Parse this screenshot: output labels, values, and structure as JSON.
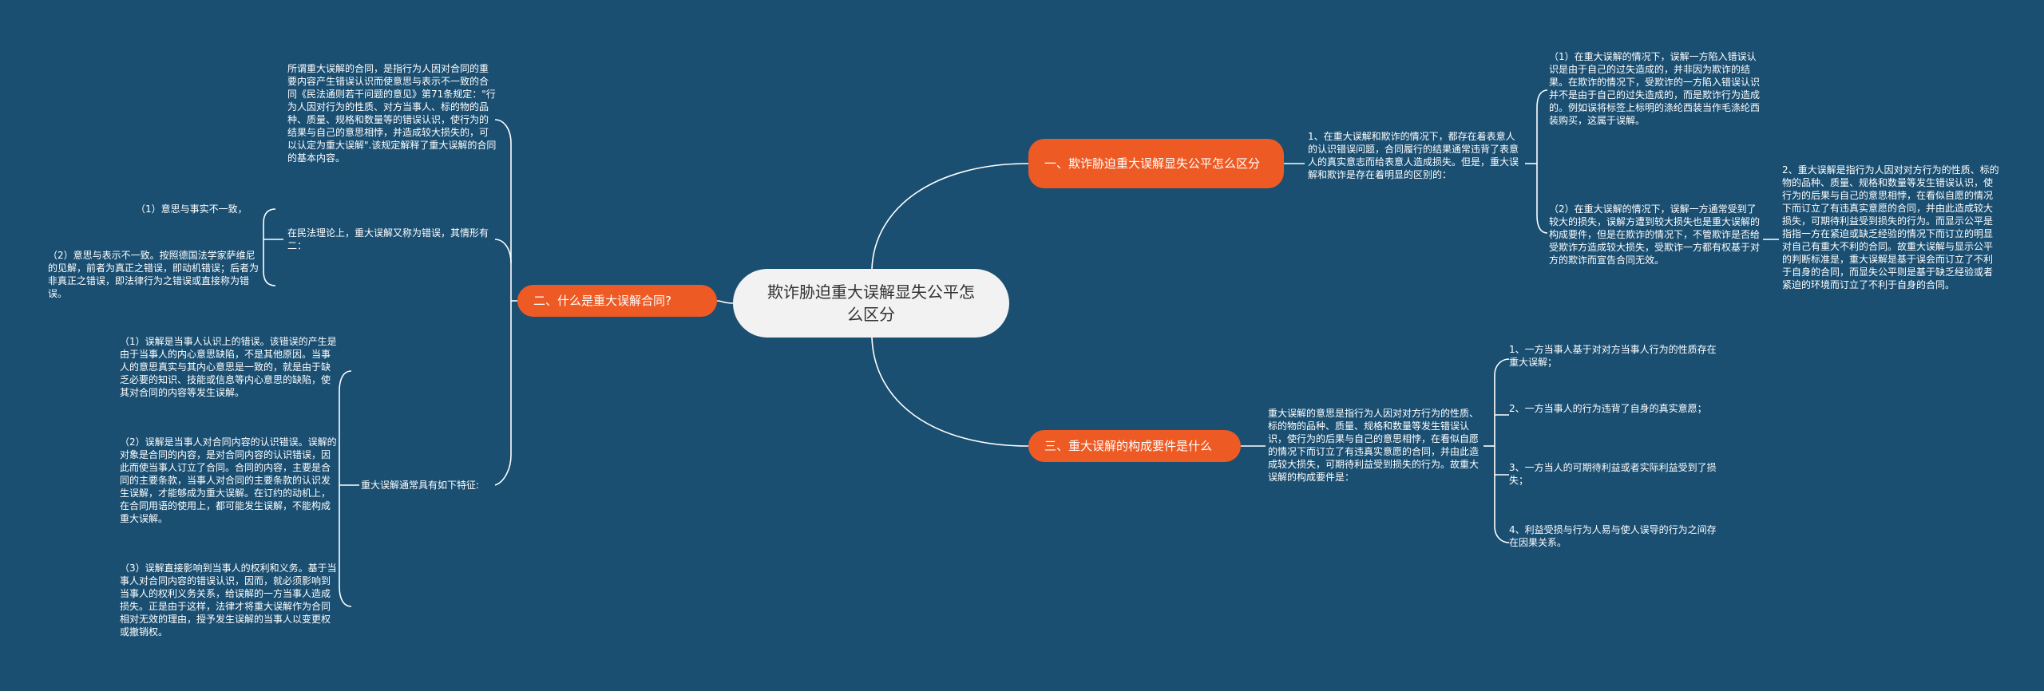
{
  "root": {
    "label": "欺诈胁迫重大误解显失公平怎么区分"
  },
  "branches": [
    {
      "label": "一、欺诈胁迫重大误解显失公平怎么区分"
    },
    {
      "label": "二、什么是重大误解合同?"
    },
    {
      "label": "三、重大误解的构成要件是什么"
    }
  ],
  "b1": {
    "summary": "1、在重大误解和欺诈的情况下，都存在着表意人的认识错误问题，合同履行的结果通常违背了表意人的真实意志而给表意人造成损失。但是，重大误解和欺诈是存在着明显的区别的：",
    "item1": "（1）在重大误解的情况下，误解一方陷入错误认识是由于自己的过失造成的，并非因为欺诈的结果。在欺诈的情况下，受欺诈的一方陷入错误认识并不是由于自己的过失造成的，而是欺诈行为造成的。例如误将标签上标明的涤纶西装当作毛涤纶西装购买，这属于误解。",
    "item2": "（2）在重大误解的情况下，误解一方通常受到了较大的损失，误解方遭到较大损失也是重大误解的构成要件，但是在欺诈的情况下，不管欺诈是否给受欺诈方造成较大损失，受欺诈一方都有权基于对方的欺诈而宣告合同无效。",
    "item3": "2、重大误解是指行为人因对对方行为的性质、标的物的品种、质量、规格和数量等发生错误认识，使行为的后果与自己的意思相悖，在看似自愿的情况下而订立了有违真实意愿的合同，并由此造成较大损失，可期待利益受到损失的行为。而显示公平是指指一方在紧迫或缺乏经验的情况下而订立的明显对自己有重大不利的合同。故重大误解与显示公平的判断标准是，重大误解是基于误会而订立了不利于自身的合同，而显失公平则是基于缺乏经验或者紧迫的环境而订立了不利于自身的合同。"
  },
  "b2": {
    "definition": "所谓重大误解的合同，是指行为人因对合同的重要内容产生错误认识而使意思与表示不一致的合同《民法通则若干问题的意见》第71条规定：\"行为人因对行为的性质、对方当事人、标的物的品种、质量、规格和数量等的错误认识，使行为的结果与自己的意思相悖，并造成较大损失的，可以认定为重大误解\".该规定解释了重大误解的合同的基本内容。",
    "theory_title": "在民法理论上，重大误解又称为错误，其情形有二：",
    "theory_1": "（1）意思与事实不一致，",
    "theory_2": "（2）意思与表示不一致。按照德国法学家萨维尼的见解，前者为真正之错误，即动机错误；后者为非真正之错误，即法律行为之错误或直接称为错误。",
    "feature_title": "重大误解通常具有如下特征:",
    "feature_1": "（1）误解是当事人认识上的错误。该错误的产生是由于当事人的内心意思缺陷，不是其他原因。当事人的意思真实与其内心意思是一致的，就是由于缺乏必要的知识、技能或信息等内心意思的缺陷，使其对合同的内容等发生误解。",
    "feature_2": "（2）误解是当事人对合同内容的认识错误。误解的对象是合同的内容，是对合同内容的认识错误，因此而使当事人订立了合同。合同的内容，主要是合同的主要条款，当事人对合同的主要条款的认识发生误解，才能够成为重大误解。在订约的动机上，在合同用语的使用上，都可能发生误解，不能构成重大误解。",
    "feature_3": "（3）误解直接影响到当事人的权利和义务。基于当事人对合同内容的错误认识，因而，就必须影响到当事人的权利义务关系，给误解的一方当事人造成损失。正是由于这样，法律才将重大误解作为合同相对无效的理由，授予发生误解的当事人以变更权或撤销权。"
  },
  "b3": {
    "summary": "重大误解的意思是指行为人因对对方行为的性质、标的物的品种、质量、规格和数量等发生错误认识，使行为的后果与自己的意思相悖，在看似自愿的情况下而订立了有违真实意愿的合同，并由此造成较大损失，可期待利益受到损失的行为。故重大误解的构成要件是：",
    "req_1": "1、一方当事人基于对对方当事人行为的性质存在重大误解；",
    "req_2": "2、一方当事人的行为违背了自身的真实意愿；",
    "req_3": "3、一方当人的可期待利益或者实际利益受到了损失；",
    "req_4": "4、利益受损与行为人易与使人误导的行为之间存在因果关系。"
  },
  "colors": {
    "background": "#1a4f72",
    "root": "#f2f2f2",
    "branch": "#ee5a24",
    "line": "#ffffff"
  }
}
